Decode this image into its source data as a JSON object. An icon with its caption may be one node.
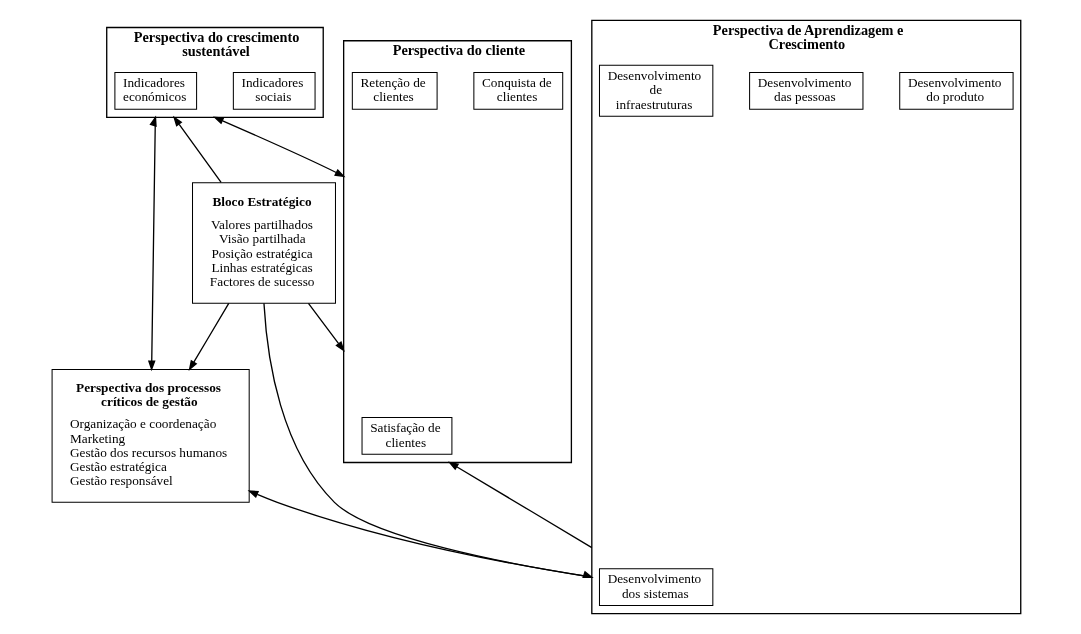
{
  "diagram": {
    "nodes": [
      {
        "text": [
          "Perspectiva do crescimento sustentável"
        ]
      },
      {
        "text": [
          "Indicadores sociais"
        ],
        "in": 0
      },
      {
        "text": [
          "Indicadores económicos"
        ],
        "in": 0
      },
      {
        "text": [
          "Perspectiva do cliente"
        ]
      },
      {
        "text": [
          "Conquista de clientes"
        ],
        "in": 3
      },
      {
        "text": [
          "Satisfação de clientes"
        ],
        "in": 3
      },
      {
        "text": [
          "Retenção de clientes"
        ],
        "in": 3
      },
      {
        "text": [
          "Bloco Estratégico",
          "Valores partilhados",
          "Visão partilhada",
          "Posição estratégica",
          "Linhas estratégicas",
          "Factores de sucesso"
        ]
      },
      {
        "text": [
          "Perspectiva dos processos críticos de gestão",
          "Organização e coordenação",
          "Marketing",
          "Gestão dos recursos humanos",
          "Gestão estratégica",
          "Gestão responsável"
        ]
      },
      {
        "text": [
          "Perspectiva de Aprendizagem e Crescimento"
        ]
      },
      {
        "text": [
          "Desenvolvimento do produto"
        ],
        "in": 9
      },
      {
        "text": [
          "Desenvolvimento das pessoas"
        ],
        "in": 9
      },
      {
        "text": [
          "Desenvolvimento dos sistemas"
        ],
        "in": 9
      },
      {
        "text": [
          "Desenvolvimento de infraestruturas"
        ],
        "in": 9
      }
    ],
    "edges": [
      {
        "from": 7,
        "to": 0,
        "arrow": "to"
      },
      {
        "from": 7,
        "to": 3,
        "arrow": "to"
      },
      {
        "from": 7,
        "to": 8,
        "arrow": "to"
      },
      {
        "from": 7,
        "to": 9,
        "arrow": "to"
      },
      {
        "from": 3,
        "to": 0,
        "arrow": "both"
      },
      {
        "from": 8,
        "to": 0,
        "arrow": "both"
      },
      {
        "from": 9,
        "to": 3,
        "arrow": "to"
      },
      {
        "from": 9,
        "to": 8,
        "arrow": "to"
      }
    ]
  }
}
